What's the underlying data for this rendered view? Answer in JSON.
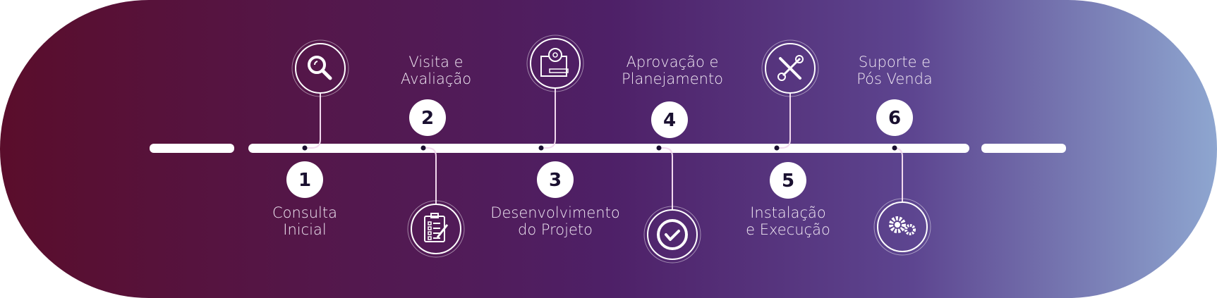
{
  "colors": {
    "start": "#5a0d2b",
    "mid": "#4e2067",
    "end": "#8ea6d0",
    "line": "#ffffff",
    "number_text": "#1a1030"
  },
  "steps": [
    {
      "number": "1",
      "title_lines": [
        "Consulta",
        "Inicial"
      ],
      "icon": "search-icon",
      "position": "above"
    },
    {
      "number": "2",
      "title_lines": [
        "Visita e",
        "Avaliação"
      ],
      "icon": "clipboard-checklist-icon",
      "position": "below"
    },
    {
      "number": "3",
      "title_lines": [
        "Desenvolvimento",
        "do Projeto"
      ],
      "icon": "blueprint-lightbulb-icon",
      "position": "above"
    },
    {
      "number": "4",
      "title_lines": [
        "Aprovação e",
        "Planejamento"
      ],
      "icon": "checkmark-circle-icon",
      "position": "below"
    },
    {
      "number": "5",
      "title_lines": [
        "Instalação",
        "e Execução"
      ],
      "icon": "tools-icon",
      "position": "above"
    },
    {
      "number": "6",
      "title_lines": [
        "Suporte e",
        "Pós Venda"
      ],
      "icon": "gears-icon",
      "position": "below"
    }
  ]
}
